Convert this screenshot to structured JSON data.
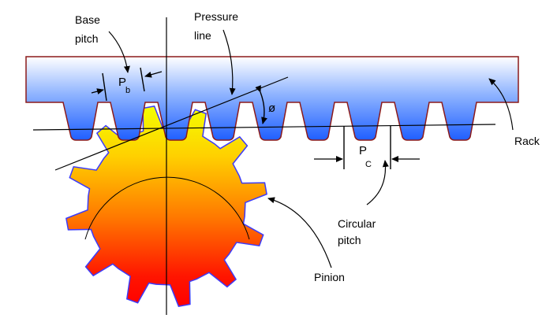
{
  "labels": {
    "base_pitch_line1": "Base",
    "base_pitch_line2": "pitch",
    "pressure_line1": "Pressure",
    "pressure_line2": "line",
    "rack": "Rack",
    "circular_pitch_line1": "Circular",
    "circular_pitch_line2": "pitch",
    "pinion": "Pinion"
  },
  "symbols": {
    "pb_main": "P",
    "pb_sub": "b",
    "pc_main": "P",
    "pc_sub": "C",
    "pressure_angle": "ø"
  },
  "colors": {
    "rack_fill_top": "#ffffff",
    "rack_fill_bottom": "#1f5fff",
    "rack_outline": "#8b1a1a",
    "pinion_top": "#f4ff00",
    "pinion_mid": "#ff8a00",
    "pinion_bottom": "#ff0000",
    "pinion_outline": "#3a3aff"
  }
}
